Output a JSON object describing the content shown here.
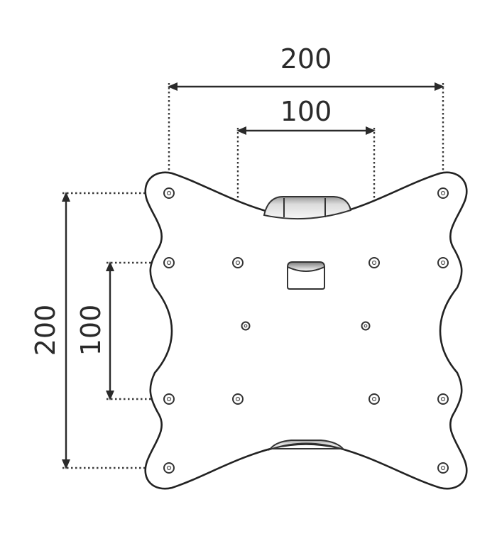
{
  "dimensions": {
    "outer_horizontal": {
      "label": "200"
    },
    "inner_horizontal": {
      "label": "100"
    },
    "outer_vertical": {
      "label": "200"
    },
    "inner_vertical": {
      "label": "100"
    }
  },
  "colors": {
    "line": "#2a2a2a",
    "background": "#ffffff"
  }
}
